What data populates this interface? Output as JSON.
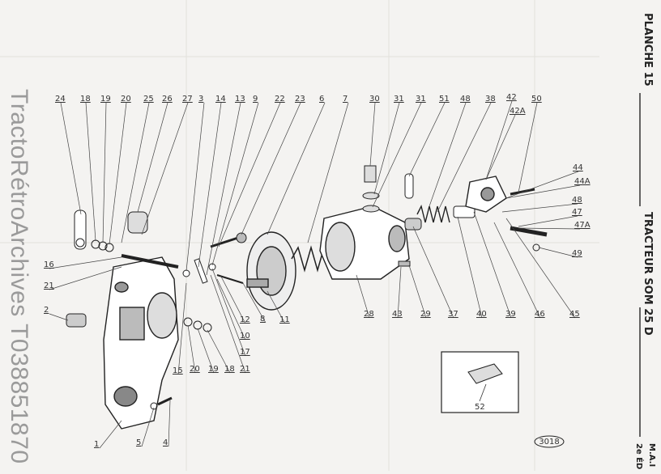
{
  "header": {
    "plate": "PLANCHE 15",
    "title": "TRACTEUR SOM 25 D",
    "corner_top": "M.A.I",
    "corner_bottom": "2e ÉD"
  },
  "watermark": "TractoRétroArchives T038851870",
  "figure_number": "3018",
  "inset_label": "52",
  "callouts_top": [
    "24",
    "18",
    "19",
    "20",
    "25",
    "26",
    "27",
    "3",
    "14",
    "13",
    "9",
    "22",
    "23",
    "6",
    "7",
    "30",
    "31",
    "31",
    "51",
    "48",
    "38",
    "42",
    "42A",
    "50"
  ],
  "callouts_right": [
    "44",
    "44A",
    "48",
    "47",
    "47A",
    "49"
  ],
  "callouts_left": [
    "16",
    "21",
    "2"
  ],
  "callouts_bottom": [
    "1",
    "5",
    "4",
    "15",
    "20",
    "19",
    "18",
    "21",
    "17",
    "10",
    "12",
    "8",
    "11",
    "28",
    "43",
    "29",
    "37",
    "40",
    "39",
    "46",
    "45"
  ]
}
